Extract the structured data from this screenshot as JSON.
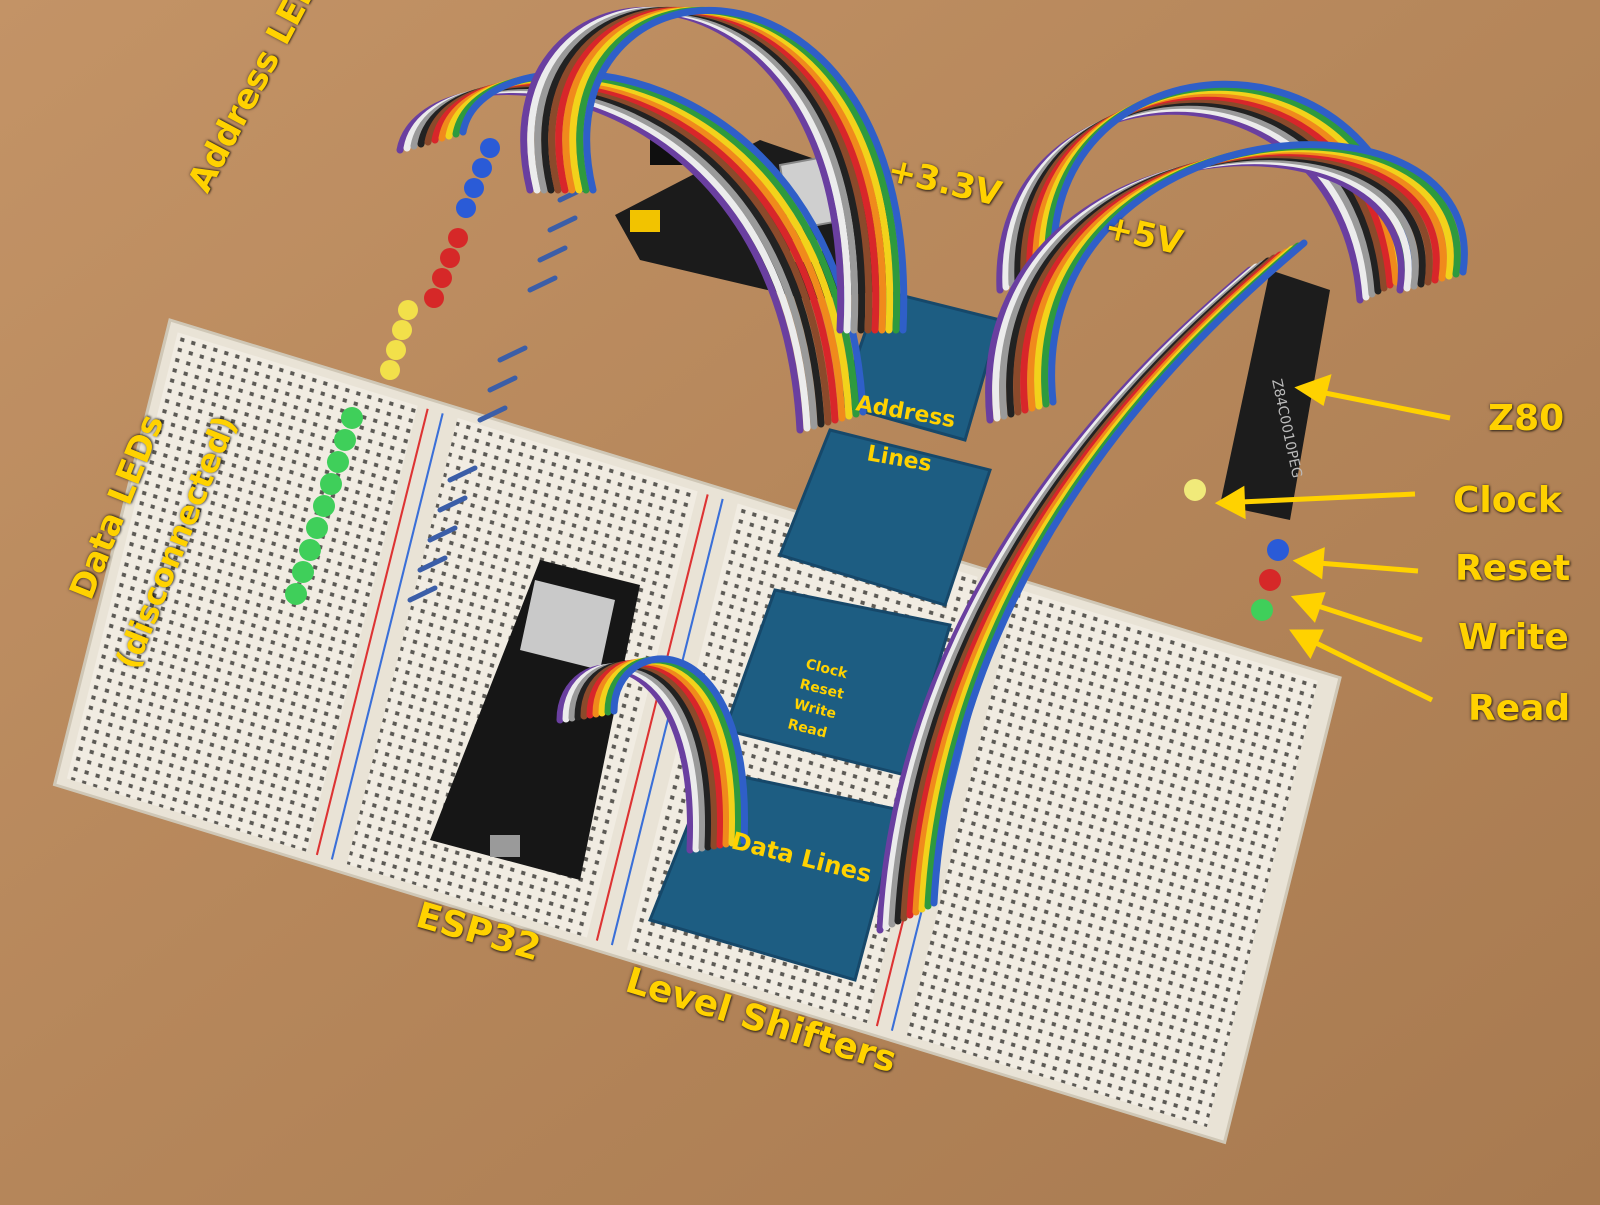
{
  "photo": {
    "subject": "Z80 computer prototype on breadboards driven by an ESP32 through level shifters"
  },
  "colors": {
    "label": "#ffd200",
    "arrow": "#ffd200",
    "table": "#b98a5e",
    "breadboard": "#f1ece2",
    "level_shifter": "#1d5d82",
    "chip": "#1c1c1c"
  },
  "labels": {
    "address_leds": "Address LEDs",
    "data_leds": "Data LEDs",
    "data_leds_note": "(disconnected)",
    "plus_3v3": "+3.3V",
    "plus_5v": "+5V",
    "z80": "Z80",
    "clock": "Clock",
    "reset": "Reset",
    "write": "Write",
    "read": "Read",
    "esp32": "ESP32",
    "level_shifters": "Level Shifters"
  },
  "board_labels": {
    "address_lines_1": "Address",
    "address_lines_2": "Lines",
    "control_1": "Clock",
    "control_2": "Reset",
    "control_3": "Write",
    "control_4": "Read",
    "data_lines": "Data Lines"
  },
  "ribbon_colors": [
    "#6a3fa0",
    "#ececec",
    "#9a9a9a",
    "#222222",
    "#8b4a2b",
    "#d8262a",
    "#f08a1c",
    "#f2d21b",
    "#2e9a3e",
    "#2f5fc8"
  ]
}
